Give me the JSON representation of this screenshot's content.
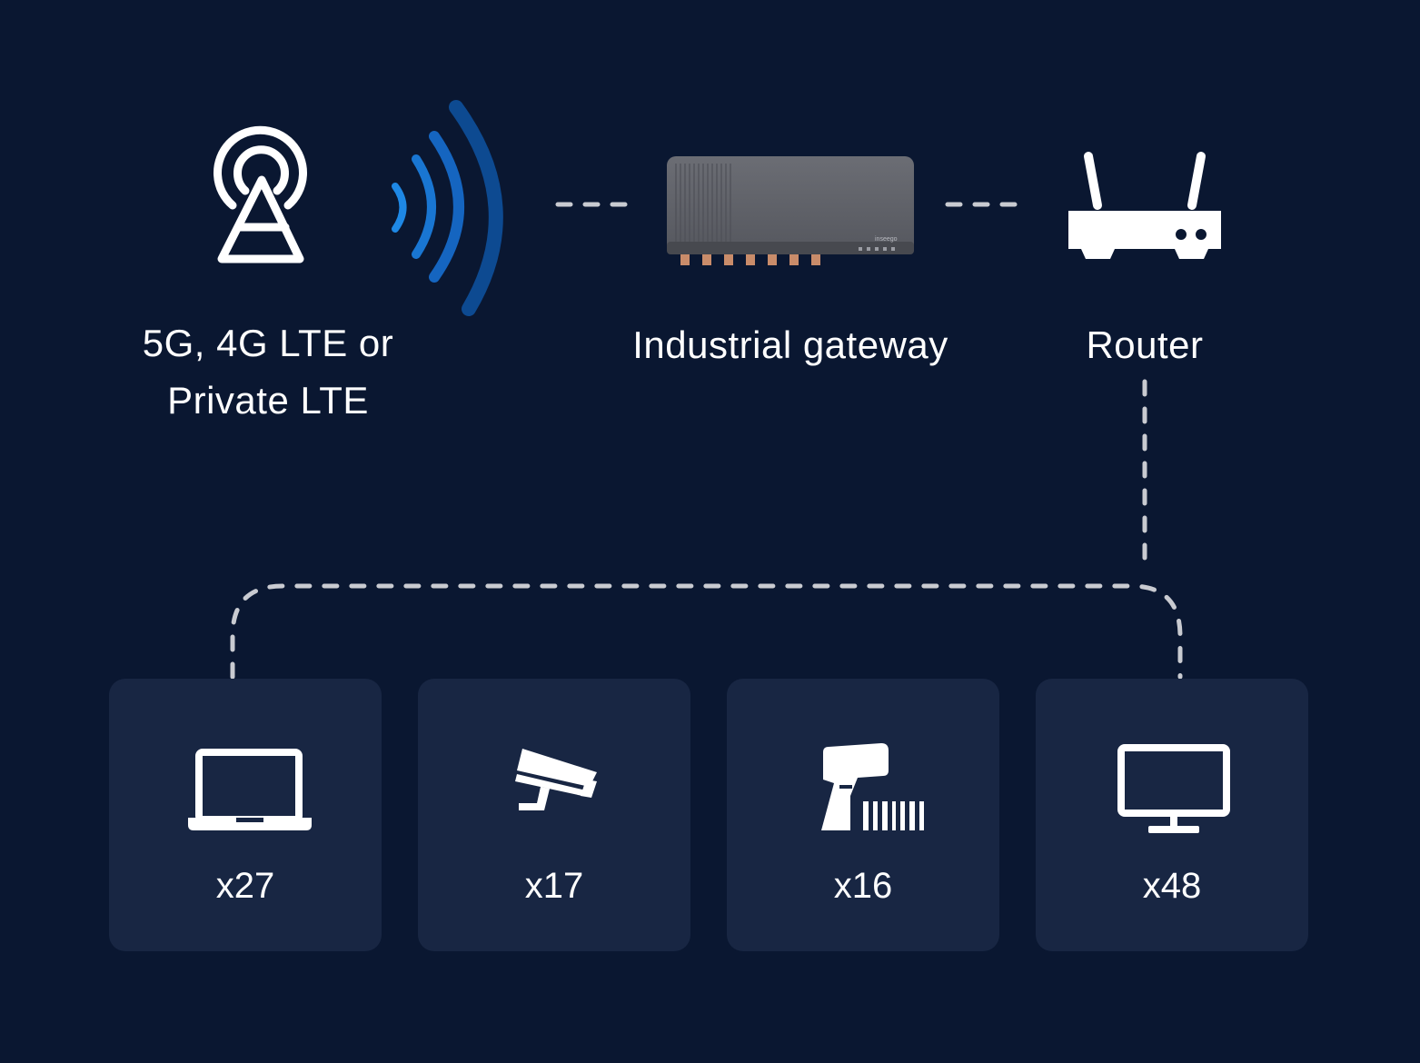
{
  "nodes": {
    "network": {
      "line1": "5G, 4G LTE or",
      "line2": "Private LTE",
      "icon": "cell-tower-icon"
    },
    "gateway": {
      "label": "Industrial gateway",
      "brand": "inseego",
      "icon": "industrial-gateway-device"
    },
    "router": {
      "label": "Router",
      "icon": "router-icon"
    }
  },
  "devices": [
    {
      "icon": "laptop-icon",
      "count": "x27"
    },
    {
      "icon": "security-camera-icon",
      "count": "x17"
    },
    {
      "icon": "barcode-scanner-icon",
      "count": "x16"
    },
    {
      "icon": "monitor-icon",
      "count": "x48"
    }
  ],
  "colors": {
    "background": "#0a1731",
    "card": "#182643",
    "signal_inner": "#1e88e5",
    "signal_outer": "#0d4a91",
    "dashed_line": "#c9cbd1",
    "gateway_body": "#5d5f66"
  }
}
